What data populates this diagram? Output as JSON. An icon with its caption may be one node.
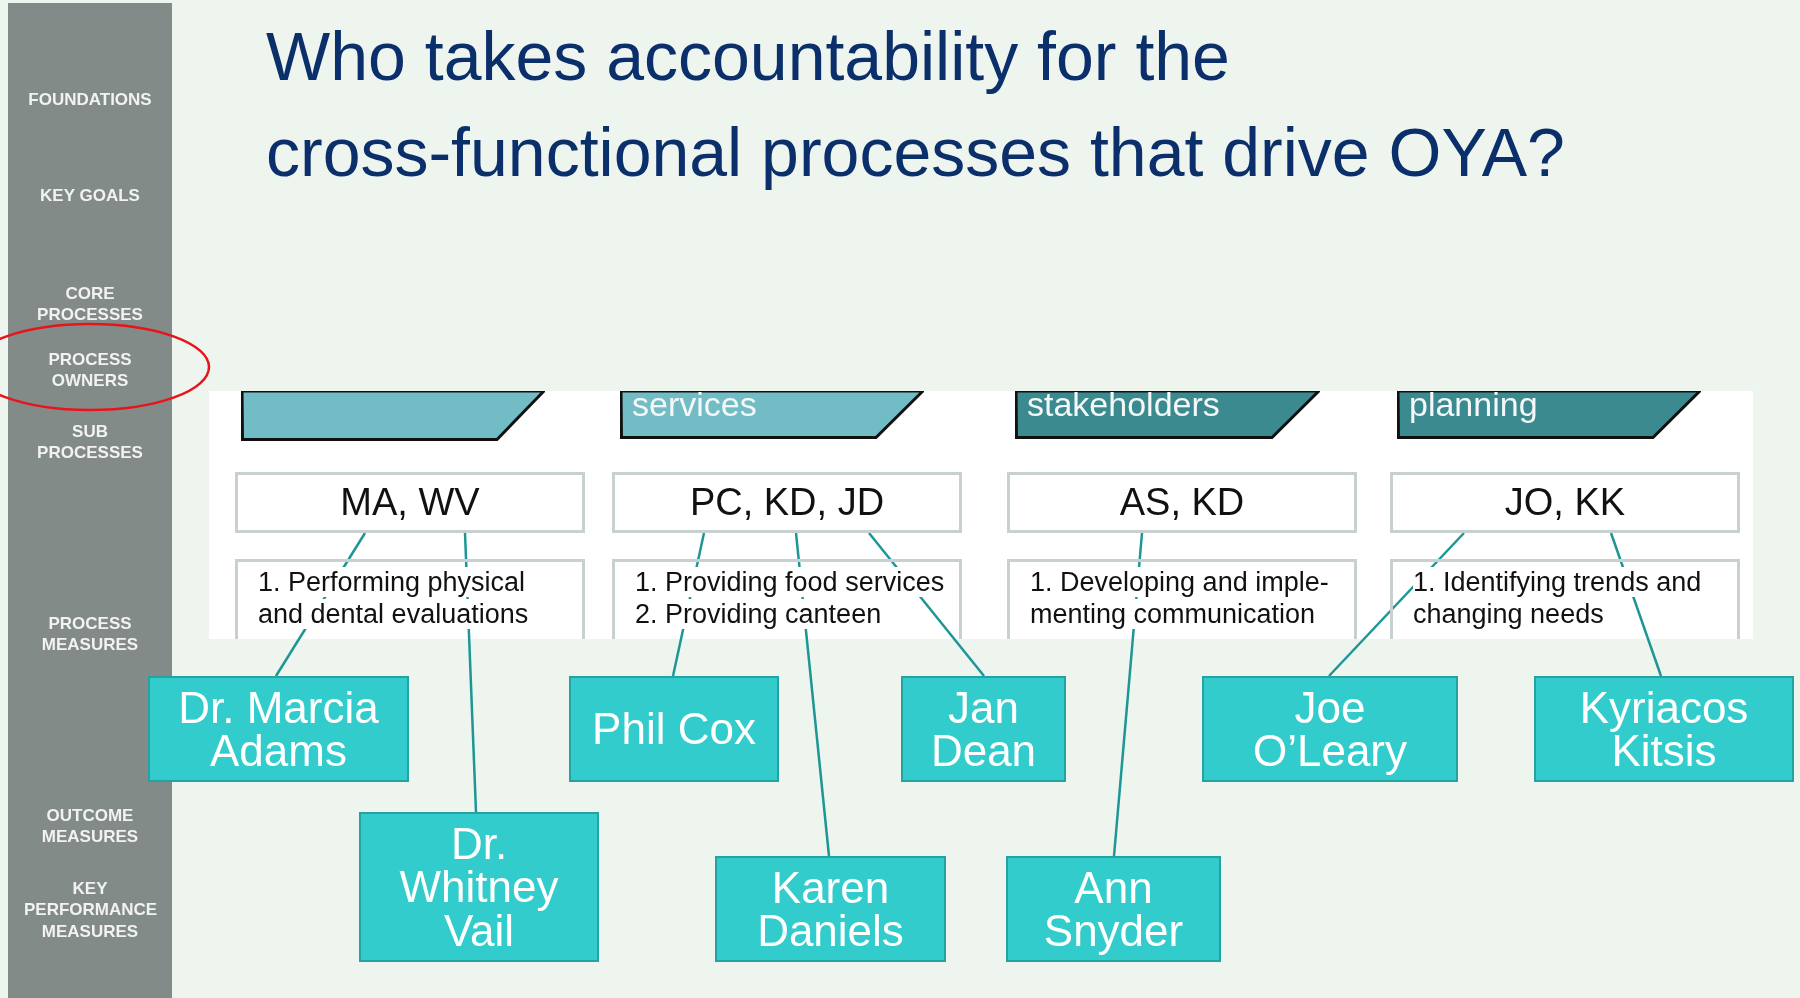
{
  "diagram": {
    "title": "Who takes accountability for the cross-functional processes that drive OYA?",
    "nodes": [
      {
        "text": [
          "FOUNDATIONS",
          "KEY GOALS",
          "CORE PROCESSES",
          "PROCESS OWNERS",
          "SUB PROCESSES",
          "PROCESS MEASURES",
          "OUTCOME MEASURES",
          "KEY PERFORMANCE MEASURES"
        ]
      },
      {
        "text": [],
        "shape": "box"
      },
      {
        "text": [
          "services"
        ]
      },
      {
        "text": [
          "stakeholders"
        ]
      },
      {
        "text": [
          "planning"
        ]
      },
      {
        "text": [
          "MA, WV"
        ]
      },
      {
        "text": [
          "PC, KD, JD"
        ]
      },
      {
        "text": [
          "AS, KD"
        ]
      },
      {
        "text": [
          "JO, KK"
        ]
      },
      {
        "text": [
          "1. Performing physical and dental evaluations"
        ]
      },
      {
        "text": [
          "1. Providing food services 2. Providing canteen"
        ]
      },
      {
        "text": [
          "1. Developing and imple- menting communication"
        ]
      },
      {
        "text": [
          "1. Identifying trends and changing needs"
        ]
      },
      {
        "text": [
          "Dr. Marcia Adams"
        ]
      },
      {
        "text": [
          "Phil Cox"
        ]
      },
      {
        "text": [
          "Jan Dean"
        ]
      },
      {
        "text": [
          "Joe O’Leary"
        ]
      },
      {
        "text": [
          "Kyriacos Kitsis"
        ]
      },
      {
        "text": [
          "Dr. Whitney Vail"
        ]
      },
      {
        "text": [
          "Karen Daniels"
        ]
      },
      {
        "text": [
          "Ann Snyder"
        ]
      }
    ],
    "edges": [
      {
        "from": 13,
        "to": 5,
        "arrow": "none"
      },
      {
        "from": 18,
        "to": 5,
        "arrow": "none"
      },
      {
        "from": 14,
        "to": 6,
        "arrow": "none"
      },
      {
        "from": 19,
        "to": 6,
        "arrow": "none"
      },
      {
        "from": 15,
        "to": 6,
        "arrow": "none"
      },
      {
        "from": 20,
        "to": 7,
        "arrow": "none"
      },
      {
        "from": 16,
        "to": 8,
        "arrow": "none"
      },
      {
        "from": 17,
        "to": 8,
        "arrow": "none"
      }
    ]
  }
}
